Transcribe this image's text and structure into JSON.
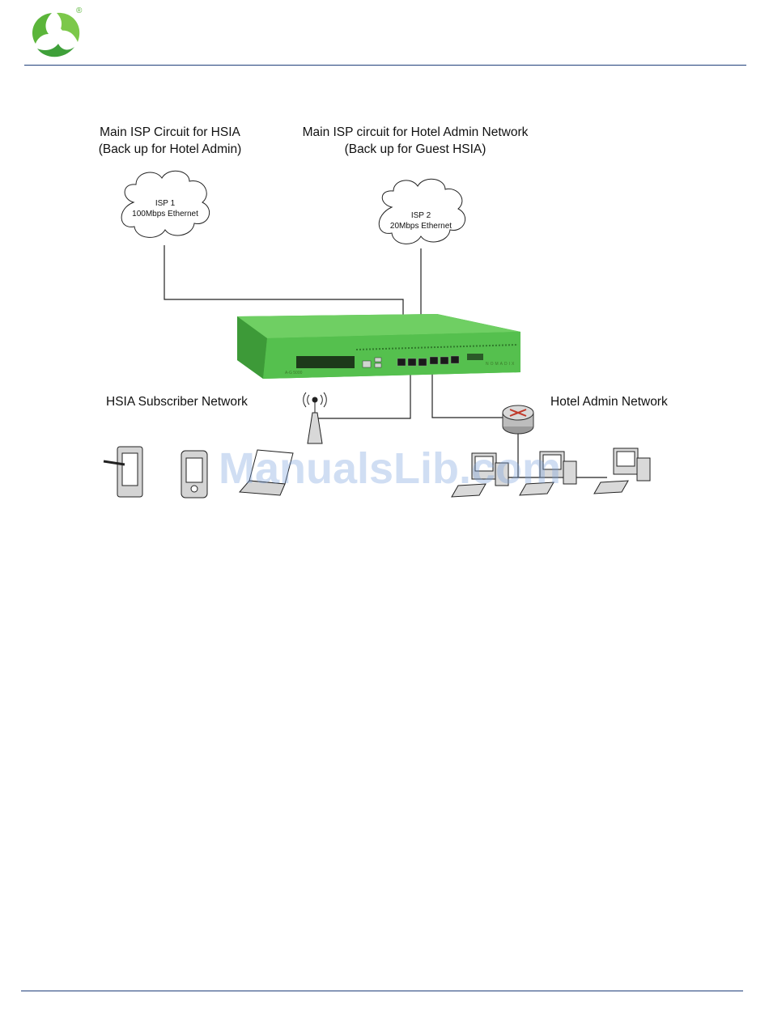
{
  "header": {
    "logo": "company-swirl-logo",
    "registered_mark": "®"
  },
  "diagram": {
    "isp1_circuit_title": [
      "Main ISP Circuit for HSIA",
      "(Back up for Hotel Admin)"
    ],
    "isp2_circuit_title": [
      "Main ISP circuit for Hotel Admin Network",
      "(Back up for Guest HSIA)"
    ],
    "isp1_cloud": [
      "ISP 1",
      "100Mbps Ethernet"
    ],
    "isp2_cloud": [
      "ISP 2",
      "20Mbps Ethernet"
    ],
    "hsia_network_label": "HSIA Subscriber Network",
    "admin_network_label": "Hotel Admin Network",
    "gateway_model": "A-G 5000",
    "gateway_brand": "NOMADIX",
    "colors": {
      "gateway_green": "#4fb84a",
      "line": "#222222",
      "rule": "#1f3f7a",
      "logo_green": "#5bb53a"
    }
  },
  "watermark": "ManualsLib.com"
}
